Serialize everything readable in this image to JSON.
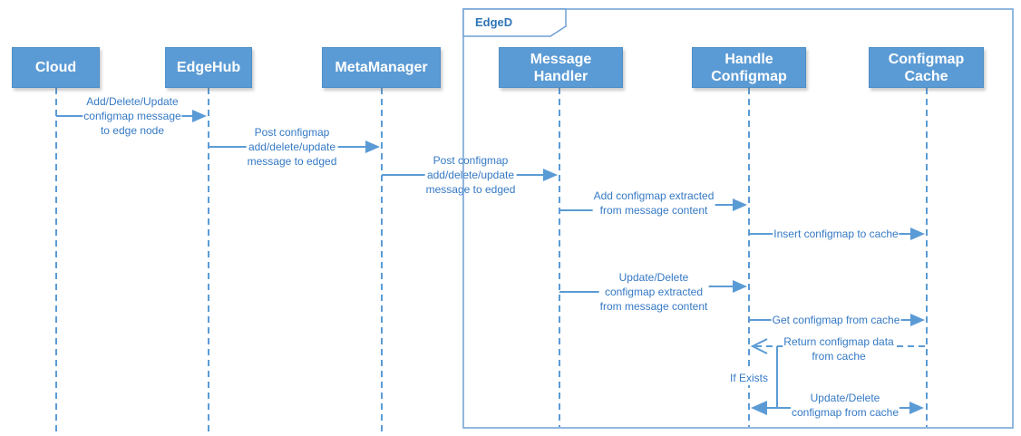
{
  "diagram_type": "uml-sequence-diagram",
  "frame": {
    "label": "EdgeD"
  },
  "actors": [
    {
      "id": "cloud",
      "label_lines": [
        "Cloud"
      ]
    },
    {
      "id": "edgehub",
      "label_lines": [
        "EdgeHub"
      ]
    },
    {
      "id": "metamanager",
      "label_lines": [
        "MetaManager"
      ]
    },
    {
      "id": "message-handler",
      "label_lines": [
        "Message",
        "Handler"
      ]
    },
    {
      "id": "handle-configmap",
      "label_lines": [
        "Handle",
        "Configmap"
      ]
    },
    {
      "id": "configmap-cache",
      "label_lines": [
        "Configmap",
        "Cache"
      ]
    }
  ],
  "messages": [
    {
      "from": "Cloud",
      "to": "EdgeHub",
      "style": "solid",
      "lines": [
        "Add/Delete/Update",
        "configmap message",
        "to edge node"
      ]
    },
    {
      "from": "EdgeHub",
      "to": "MetaManager",
      "style": "solid",
      "lines": [
        "Post configmap",
        "add/delete/update",
        "message to edged"
      ]
    },
    {
      "from": "MetaManager",
      "to": "Message Handler",
      "style": "solid",
      "lines": [
        "Post configmap",
        "add/delete/update",
        "message to edged"
      ]
    },
    {
      "from": "Message Handler",
      "to": "Handle Configmap",
      "style": "solid",
      "lines": [
        "Add configmap extracted",
        "from message content"
      ]
    },
    {
      "from": "Handle Configmap",
      "to": "Configmap Cache",
      "style": "solid",
      "lines": [
        "Insert configmap to cache"
      ]
    },
    {
      "from": "Message Handler",
      "to": "Handle Configmap",
      "style": "solid",
      "lines": [
        "Update/Delete",
        "configmap extracted",
        "from message content"
      ]
    },
    {
      "from": "Handle Configmap",
      "to": "Configmap Cache",
      "style": "solid",
      "lines": [
        "Get configmap from cache"
      ]
    },
    {
      "from": "Configmap Cache",
      "to": "Handle Configmap",
      "style": "dashed",
      "lines": [
        "Return configmap data",
        "from cache"
      ]
    },
    {
      "from": "Handle Configmap",
      "to": "Configmap Cache",
      "style": "solid",
      "lines": [
        "Update/Delete",
        "configmap from cache"
      ]
    }
  ],
  "guard": {
    "label": "If Exists"
  },
  "colors": {
    "actor_fill": "#5b9bd5",
    "actor_border": "#4e8fc7",
    "actor_text": "#ffffff",
    "line": "#5b9bd5",
    "message_text": "#3579c4",
    "frame_border": "#6e9fd4",
    "frame_title_text": "#2e75b6",
    "background": "#ffffff"
  }
}
